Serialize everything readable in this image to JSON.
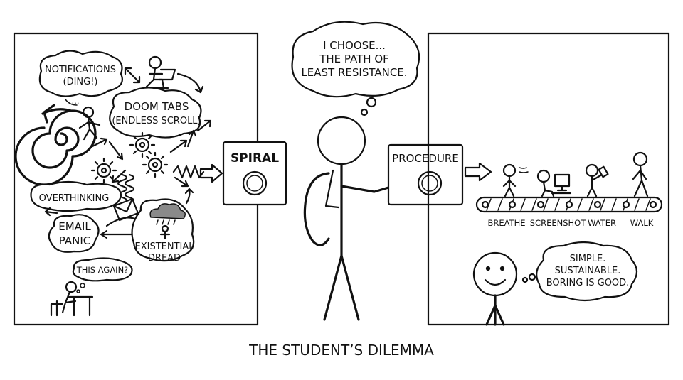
{
  "left_panel": {
    "notifications": [
      "NOTIFICATIONS",
      "(DING!)"
    ],
    "ellipsis": "...",
    "doom_tabs": [
      "DOOM TABS",
      "(ENDLESS SCROLL)"
    ],
    "overthinking": "OVERTHINKING",
    "email_panic": [
      "EMAIL",
      "PANIC"
    ],
    "existential_dread": [
      "EXISTENTIAL",
      "DREAD"
    ],
    "this_again": "THIS AGAIN?"
  },
  "buttons": {
    "spiral": "SPIRAL",
    "procedure": "PROCEDURE"
  },
  "thought": [
    "I CHOOSE...",
    "THE PATH OF",
    "LEAST RESISTANCE."
  ],
  "right_panel": {
    "steps": [
      "BREATHE",
      "SCREENSHOT",
      "WATER",
      "WALK"
    ],
    "thought": [
      "SIMPLE.",
      "SUSTAINABLE.",
      "BORING IS GOOD."
    ]
  },
  "caption": "THE STUDENT’S DILEMMA"
}
